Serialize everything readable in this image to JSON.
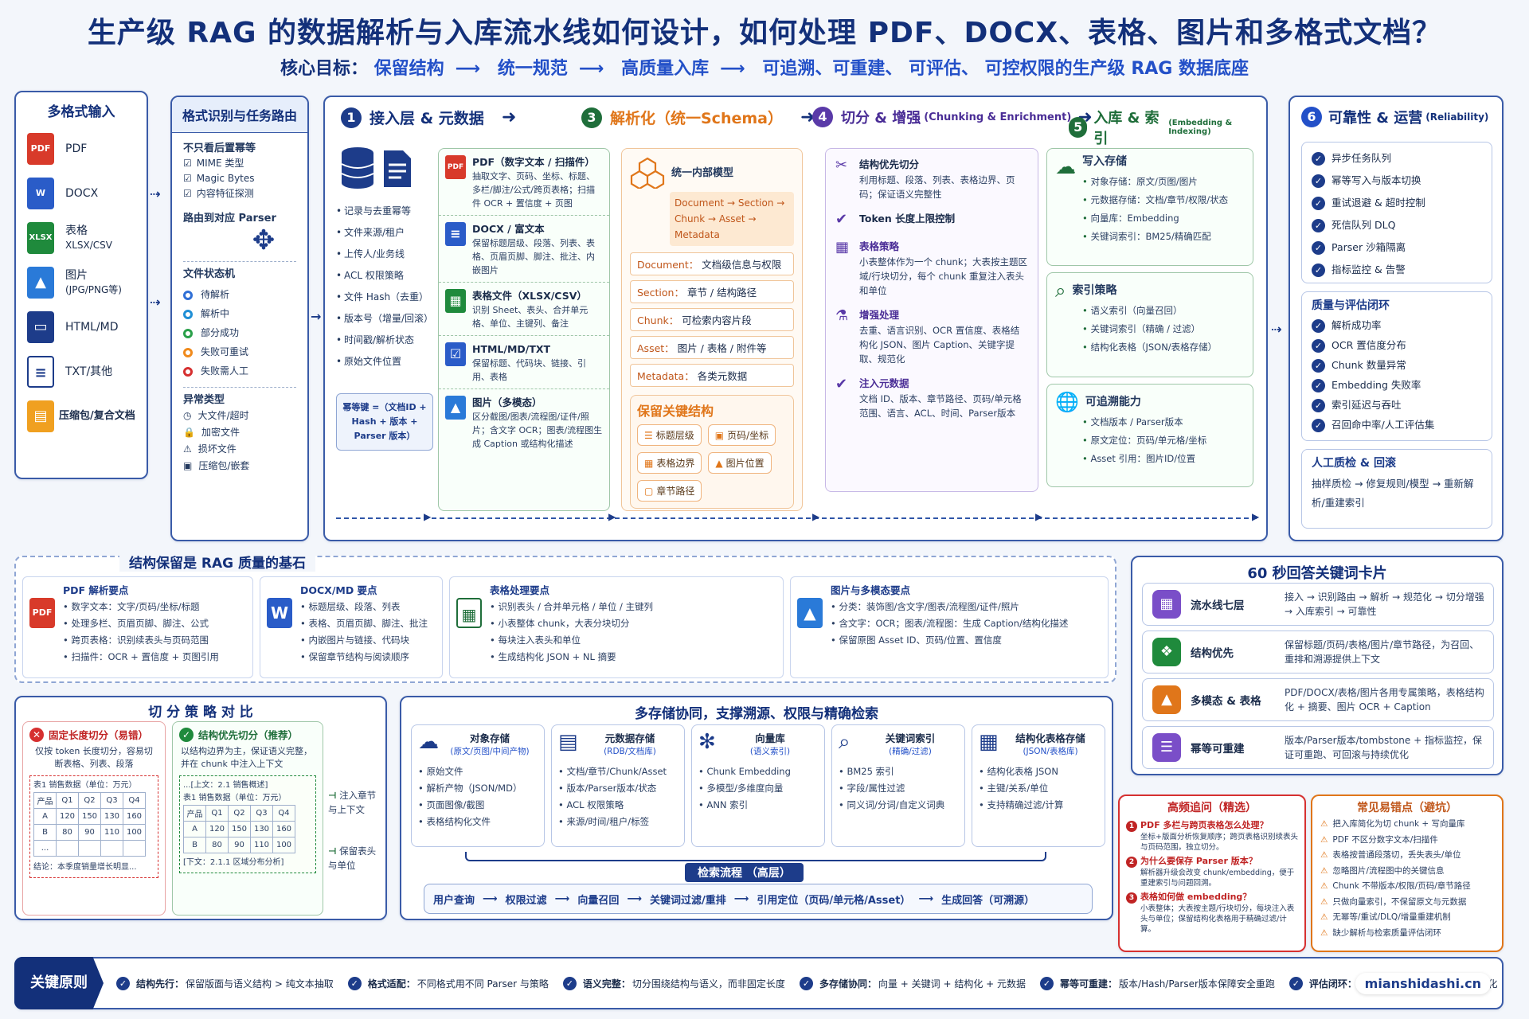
{
  "header": {
    "title": "生产级 RAG 的数据解析与入库流水线如何设计，如何处理 PDF、DOCX、表格、图片和多格式文档？",
    "subtitle_prefix": "核心目标：",
    "subtitle_steps": [
      "保留结构",
      "统一规范",
      "高质量入库",
      "可追溯、可重建、 可评估、 可控权限的生产级 RAG 数据底座"
    ]
  },
  "inputs": {
    "title": "多格式输入",
    "items": [
      {
        "icon": "PDF",
        "label": "PDF",
        "sub": ""
      },
      {
        "icon": "W",
        "label": "DOCX",
        "sub": ""
      },
      {
        "icon": "XLSX",
        "label": "表格",
        "sub": "XLSX/CSV"
      },
      {
        "icon": "img",
        "label": "图片",
        "sub": "(JPG/PNG等)"
      },
      {
        "icon": "web",
        "label": "HTML/MD",
        "sub": ""
      },
      {
        "icon": "txt",
        "label": "TXT/其他",
        "sub": ""
      },
      {
        "icon": "zip",
        "label": "压缩包/复合文档",
        "sub": ""
      }
    ]
  },
  "routing": {
    "title": "格式识别与任务路由",
    "detect_title": "不只看后置幂等",
    "detect": [
      "MIME 类型",
      "Magic Bytes",
      "内容特征探测"
    ],
    "route_label": "路由到对应 Parser",
    "state_title": "文件状态机",
    "states": [
      {
        "label": "待解析",
        "color": "#2f6fd6"
      },
      {
        "label": "解析中",
        "color": "#1f8fd6"
      },
      {
        "label": "部分成功",
        "color": "#2aa04a"
      },
      {
        "label": "失败可重试",
        "color": "#f08a1c"
      },
      {
        "label": "失败需人工",
        "color": "#d63030"
      }
    ],
    "abn_title": "异常类型",
    "abn": [
      "大文件/超时",
      "加密文件",
      "损坏文件",
      "压缩包/嵌套"
    ]
  },
  "stage1": {
    "num": "1",
    "title": "接入层 & 元数据",
    "items": [
      "记录与去重幂等",
      "文件来源/租户",
      "上传人/业务线",
      "ACL 权限策略",
      "文件 Hash（去重）",
      "版本号（增量/回滚）",
      "时间戳/解析状态",
      "原始文件位置"
    ],
    "idem": "幂等键 =（文档ID + Hash + 版本 + Parser 版本）"
  },
  "parsers": [
    {
      "title": "PDF（数字文本 / 扫描件）",
      "desc": "抽取文字、页码、坐标、标题、多栏/脚注/公式/跨页表格；扫描件 OCR + 置信度 + 页图"
    },
    {
      "title": "DOCX / 富文本",
      "desc": "保留标题层级、段落、列表、表格、页眉页脚、脚注、批注、内嵌图片"
    },
    {
      "title": "表格文件（XLSX/CSV）",
      "desc": "识别 Sheet、表头、合并单元格、单位、主键列、备注"
    },
    {
      "title": "HTML/MD/TXT",
      "desc": "保留标题、代码块、链接、引用、表格"
    },
    {
      "title": "图片（多模态）",
      "desc": "区分截图/图表/流程图/证件/照片；含文字 OCR；图表/流程图生成 Caption 或结构化描述"
    }
  ],
  "stage3": {
    "num": "3",
    "title": "解析化（统一Schema）",
    "model_title": "统一内部模型",
    "chain": "Document → Section → Chunk → Asset → Metadata",
    "defs": [
      {
        "k": "Document：",
        "v": "文档级信息与权限"
      },
      {
        "k": "Section：",
        "v": "章节 / 结构路径"
      },
      {
        "k": "Chunk：",
        "v": "可检索内容片段"
      },
      {
        "k": "Asset：",
        "v": "图片 / 表格 / 附件等"
      },
      {
        "k": "Metadata：",
        "v": "各类元数据"
      }
    ],
    "keep_title": "保留关键结构",
    "keep": [
      "标题层级",
      "页码/坐标",
      "表格边界",
      "图片位置",
      "章节路径"
    ]
  },
  "stage4": {
    "num": "4",
    "title": "切分 & 增强",
    "title_en": "(Chunking & Enrichment)",
    "blocks": [
      {
        "title": "结构优先切分",
        "desc": "利用标题、段落、列表、表格边界、页码；保证语义完整性"
      },
      {
        "title": "Token 长度上限控制",
        "desc": ""
      },
      {
        "title": "表格策略",
        "desc": "小表整体作为一个 chunk；大表按主题区域/行块切分，每个 chunk 重复注入表头和单位"
      },
      {
        "title": "增强处理",
        "desc": "去重、语言识别、OCR 置信度、表格结构化 JSON、图片 Caption、关键字提取、规范化"
      },
      {
        "title": "注入元数据",
        "desc": "文档 ID、版本、章节路径、页码/单元格范围、语言、ACL、时间、Parser版本"
      }
    ]
  },
  "stage5": {
    "num": "5",
    "title": "入库 & 索引",
    "title_en": "(Embedding & Indexing)",
    "store_title": "写入存储",
    "store": [
      "对象存储：原文/页图/图片",
      "元数据存储：文档/章节/权限/状态",
      "向量库：Embedding",
      "关键词索引：BM25/精确匹配"
    ],
    "index_title": "索引策略",
    "index": [
      "语义索引（向量召回）",
      "关键词索引（精确 / 过滤）",
      "结构化表格（JSON/表格存储）"
    ],
    "trace_title": "可追溯能力",
    "trace": [
      "文档版本 / Parser版本",
      "原文定位：页码/单元格/坐标",
      "Asset 引用：图片ID/位置"
    ]
  },
  "stage6": {
    "num": "6",
    "title": "可靠性 & 运营",
    "title_en": "(Reliability)",
    "rel": [
      "异步任务队列",
      "幂等写入与版本切换",
      "重试退避 & 超时控制",
      "死信队列 DLQ",
      "Parser 沙箱隔离",
      "指标监控 & 告警"
    ],
    "qa_title": "质量与评估闭环",
    "qa": [
      "解析成功率",
      "OCR 置信度分布",
      "Chunk 数量异常",
      "Embedding 失败率",
      "索引延迟与吞吐",
      "召回命中率/人工评估集"
    ],
    "human_title": "人工质检 & 回滚",
    "human": "抽样质检 → 修复规则/模型 → 重新解析/重建索引"
  },
  "foundation": {
    "title": "结构保留是 RAG 质量的基石",
    "cols": [
      {
        "icon": "PDF",
        "title": "PDF 解析要点",
        "items": [
          "数字文本：文字/页码/坐标/标题",
          "处理多栏、页眉页脚、脚注、公式",
          "跨页表格：识别续表头与页码范围",
          "扫描件：OCR + 置信度 + 页图引用"
        ]
      },
      {
        "icon": "W",
        "title": "DOCX/MD 要点",
        "items": [
          "标题层级、段落、列表",
          "表格、页眉页脚、脚注、批注",
          "内嵌图片与链接、代码块",
          "保留章节结构与阅读顺序"
        ]
      },
      {
        "icon": "tbl",
        "title": "表格处理要点",
        "items": [
          "识别表头 / 合并单元格 / 单位 / 主键列",
          "小表整体 chunk，大表分块切分",
          "每块注入表头和单位",
          "生成结构化 JSON + NL 摘要"
        ]
      },
      {
        "icon": "img",
        "title": "图片与多模态要点",
        "items": [
          "分类：装饰图/含文字/图表/流程图/证件/照片",
          "含文字：OCR；图表/流程图：生成 Caption/结构化描述",
          "保留原图 Asset ID、页码/位置、置信度"
        ]
      }
    ]
  },
  "cards": {
    "title": "60 秒回答关键词卡片",
    "items": [
      {
        "k": "流水线七层",
        "v": "接入 → 识别路由 → 解析 → 规范化 → 切分增强 → 入库索引 → 可靠性"
      },
      {
        "k": "结构优先",
        "v": "保留标题/页码/表格/图片/章节路径，为召回、重排和溯源提供上下文"
      },
      {
        "k": "多模态 & 表格",
        "v": "PDF/DOCX/表格/图片各用专属策略，表格结构化 + 摘要、图片 OCR + Caption"
      },
      {
        "k": "幂等可重建",
        "v": "版本/Parser版本/tombstone + 指标监控，保证可重跑、可回滚与持续优化"
      }
    ]
  },
  "chunking": {
    "title": "切 分 策 略 对 比",
    "bad_title": "固定长度切分（易错）",
    "bad_desc": "仅按 token 长度切分，容易切断表格、列表、段落",
    "good_title": "结构优先切分（推荐）",
    "good_desc": "以结构边界为主，保证语义完整，并在 chunk 中注入上下文",
    "table_caption": "表1 销售数据（单位：万元）",
    "table_head": [
      "产品",
      "Q1",
      "Q2",
      "Q3",
      "Q4"
    ],
    "table_rows": [
      [
        "A",
        "120",
        "150",
        "130",
        "160"
      ],
      [
        "B",
        "80",
        "90",
        "110",
        "100"
      ],
      [
        "...",
        "",
        "",
        "",
        "",
        ""
      ]
    ],
    "good_ctx_top": "...[上文：2.1 销售概述]",
    "good_caption": "表1 销售数据（单位：万元）",
    "good_ctx_bottom": "[下文：2.1.1 区域分布分析]",
    "bad_note": "结论：本季度销量增长明显...",
    "note1": "注入章节与上下文",
    "note2": "保留表头与单位"
  },
  "storage": {
    "title": "多存储协同，支撑溯源、权限与精确检索",
    "cols": [
      {
        "title": "对象存储",
        "sub": "(原文/页图/中间产物)",
        "items": [
          "原始文件",
          "解析产物（JSON/MD）",
          "页面图像/截图",
          "表格结构化文件"
        ]
      },
      {
        "title": "元数据存储",
        "sub": "(RDB/文档库)",
        "items": [
          "文档/章节/Chunk/Asset",
          "版本/Parser版本/状态",
          "ACL 权限策略",
          "来源/时间/租户/标签"
        ]
      },
      {
        "title": "向量库",
        "sub": "(语义索引)",
        "items": [
          "Chunk Embedding",
          "多模型/多维度向量",
          "ANN 索引"
        ]
      },
      {
        "title": "关键词索引",
        "sub": "(精确/过滤)",
        "items": [
          "BM25 索引",
          "字段/属性过滤",
          "同义词/分词/自定义词典"
        ]
      },
      {
        "title": "结构化表格存储",
        "sub": "(JSON/表格库)",
        "items": [
          "结构化表格 JSON",
          "主键/关系/单位",
          "支持精确过滤/计算"
        ]
      }
    ],
    "flow_title": "检索流程 （高层）",
    "flow": [
      "用户查询",
      "权限过滤",
      "向量召回",
      "关键词过滤/重排",
      "引用定位（页码/单元格/Asset）",
      "生成回答（可溯源）"
    ]
  },
  "faq": {
    "title": "高频追问（精选）",
    "items": [
      {
        "q": "PDF 多栏与跨页表格怎么处理？",
        "a": "坐标+版面分析恢复顺序；跨页表格识别续表头与页码范围，独立切分。"
      },
      {
        "q": "为什么要保存 Parser 版本？",
        "a": "解析器升级会改变 chunk/embedding，便于重建索引与问题回溯。"
      },
      {
        "q": "表格如何做 embedding？",
        "a": "小表整体；大表按主题/行块切分，每块注入表头与单位；保留结构化表格用于精确过滤/计算。"
      }
    ]
  },
  "mistakes": {
    "title": "常见易错点（避坑）",
    "items": [
      "把入库简化为切 chunk + 写向量库",
      "PDF 不区分数字文本/扫描件",
      "表格按普通段落切，丢失表头/单位",
      "忽略图片/流程图中的关键信息",
      "Chunk 不带版本/权限/页码/章节路径",
      "只做向量索引，不保留原文与元数据",
      "无幂等/重试/DLQ/增量重建机制",
      "缺少解析与检索质量评估闭环"
    ]
  },
  "principles": {
    "label": "关键原则",
    "items": [
      {
        "k": "结构先行：",
        "v": "保留版面与语义结构 > 纯文本抽取"
      },
      {
        "k": "格式适配：",
        "v": "不同格式用不同 Parser 与策略"
      },
      {
        "k": "语义完整：",
        "v": "切分围绕结构与语义，而非固定长度"
      },
      {
        "k": "多存储协同：",
        "v": "向量 + 关键词 + 结构化 + 元数据"
      },
      {
        "k": "幂等可重建：",
        "v": "版本/Hash/Parser版本保障安全重跑"
      },
      {
        "k": "评估闭环：",
        "v": "监控... 质检... 评估驱动持续优化"
      }
    ]
  },
  "watermark": "mianshidashi.cn",
  "colors": {
    "primary": "#13307a",
    "accent": "#2350c8",
    "green": "#1f8a3c",
    "orange": "#e0761a",
    "purple": "#6a3fb8",
    "red": "#d63030"
  }
}
